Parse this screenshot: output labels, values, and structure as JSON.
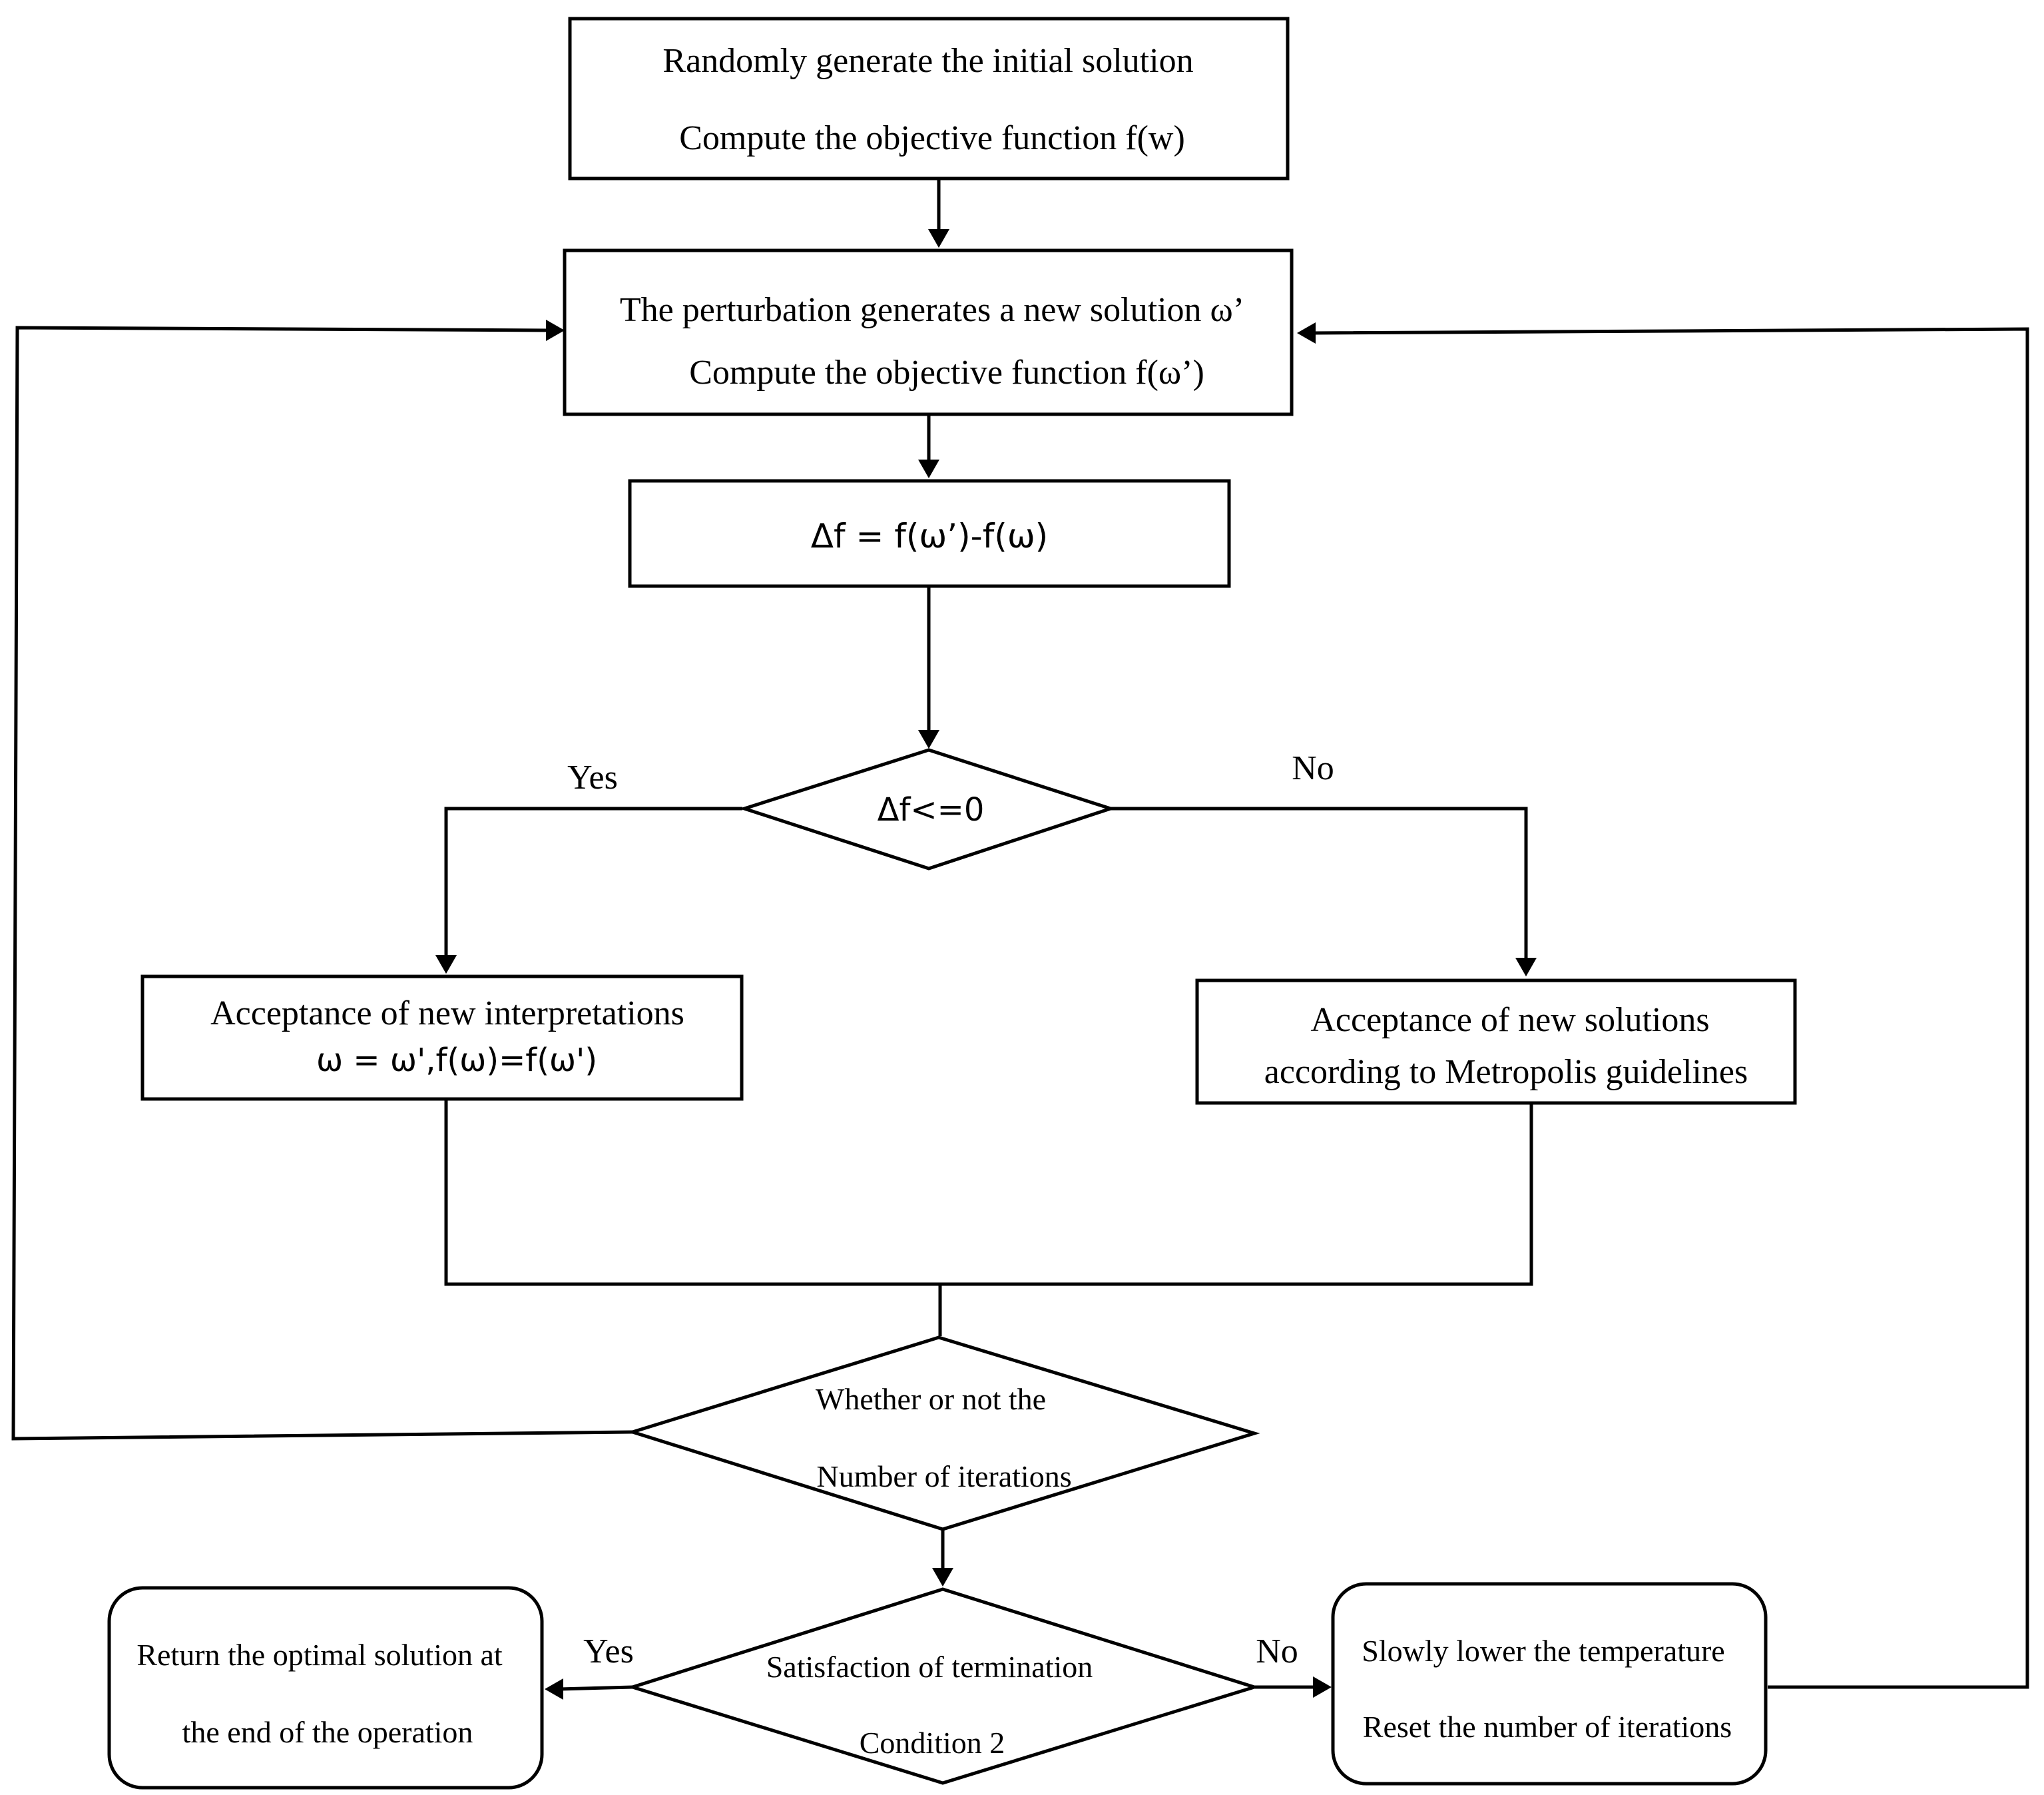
{
  "diagram": {
    "nodes": {
      "init": {
        "line1": "Randomly generate the initial solution",
        "line2": "Compute the objective function f(w)"
      },
      "perturb": {
        "line1": "The perturbation generates a new solution ω’",
        "line2": "Compute the objective function f(ω’)"
      },
      "delta": {
        "label": "Δf = f(ω’)-f(ω)"
      },
      "decision": {
        "label": "Δf<=0"
      },
      "accept": {
        "line1": "Acceptance of new interpretations",
        "line2": "ω = ω',f(ω)=f(ω')"
      },
      "metropolis": {
        "line1": "Acceptance of new solutions",
        "line2": "according to Metropolis guidelines"
      },
      "iterations": {
        "line1": "Whether or not the",
        "line2": "Number of iterations"
      },
      "termination": {
        "line1": "Satisfaction of termination",
        "line2": "Condition 2"
      },
      "return": {
        "line1": "Return the optimal solution at",
        "line2": "the end of the operation"
      },
      "cool": {
        "line1": "Slowly lower the temperature",
        "line2": "Reset the number of iterations"
      }
    },
    "edge_labels": {
      "decision_yes": "Yes",
      "decision_no": "No",
      "termination_yes": "Yes",
      "termination_no": "No"
    }
  }
}
